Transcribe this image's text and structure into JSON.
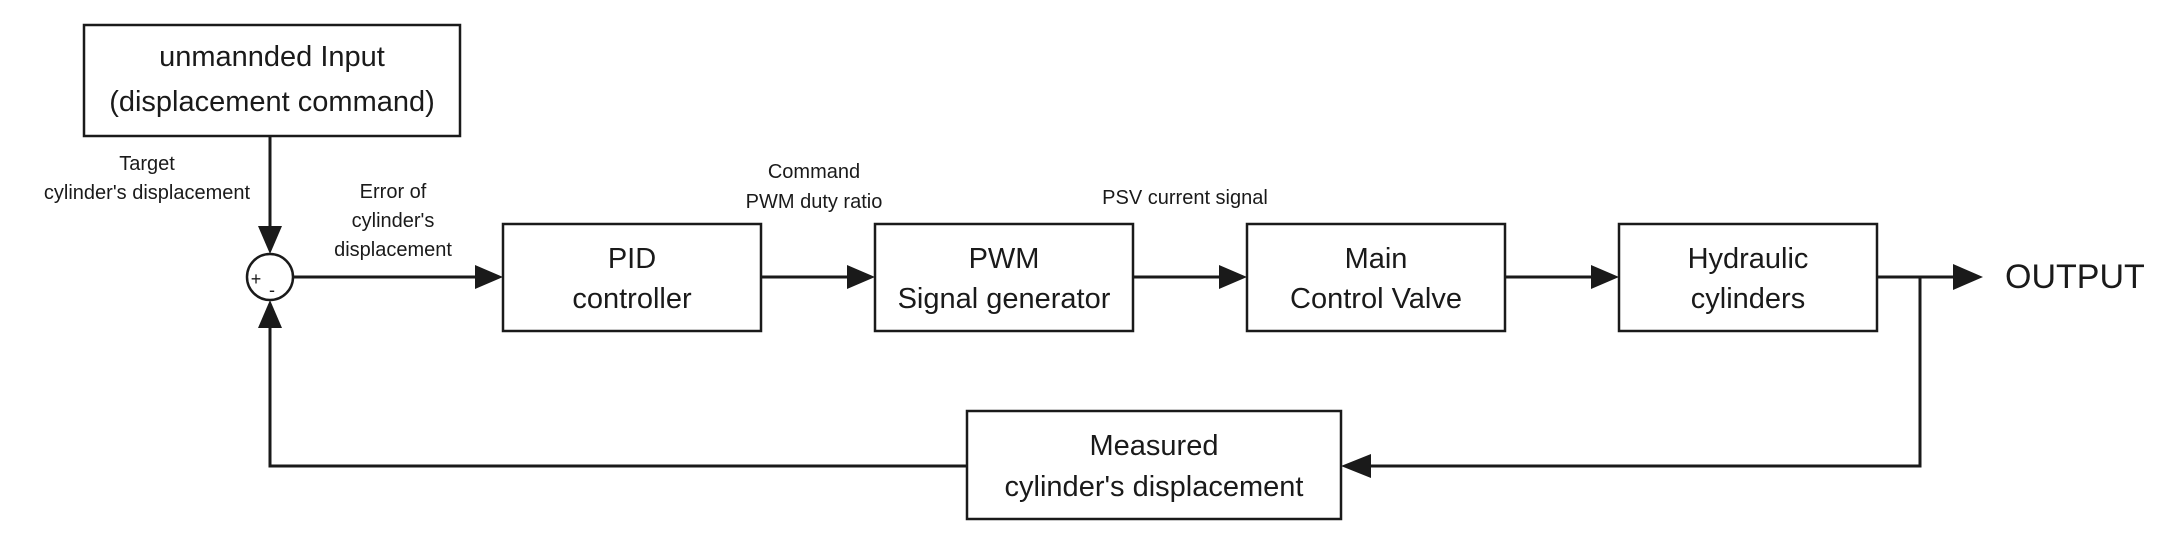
{
  "blocks": {
    "input": {
      "line1": "unmannded Input",
      "line2": "(displacement command)"
    },
    "pid": {
      "line1": "PID",
      "line2": "controller"
    },
    "pwm": {
      "line1": "PWM",
      "line2": "Signal generator"
    },
    "valve": {
      "line1": "Main",
      "line2": "Control Valve"
    },
    "cylinders": {
      "line1": "Hydraulic",
      "line2": "cylinders"
    },
    "feedback": {
      "line1": "Measured",
      "line2": "cylinder's displacement"
    }
  },
  "summing_junction": {
    "plus": "+",
    "minus": "-"
  },
  "signals": {
    "target": {
      "line1": "Target",
      "line2": "cylinder's displacement"
    },
    "error": {
      "line1": "Error of",
      "line2": "cylinder's",
      "line3": "displacement"
    },
    "command": {
      "line1": "Command",
      "line2": "PWM duty ratio"
    },
    "psv": {
      "line1": "PSV current signal"
    }
  },
  "output_label": "OUTPUT"
}
